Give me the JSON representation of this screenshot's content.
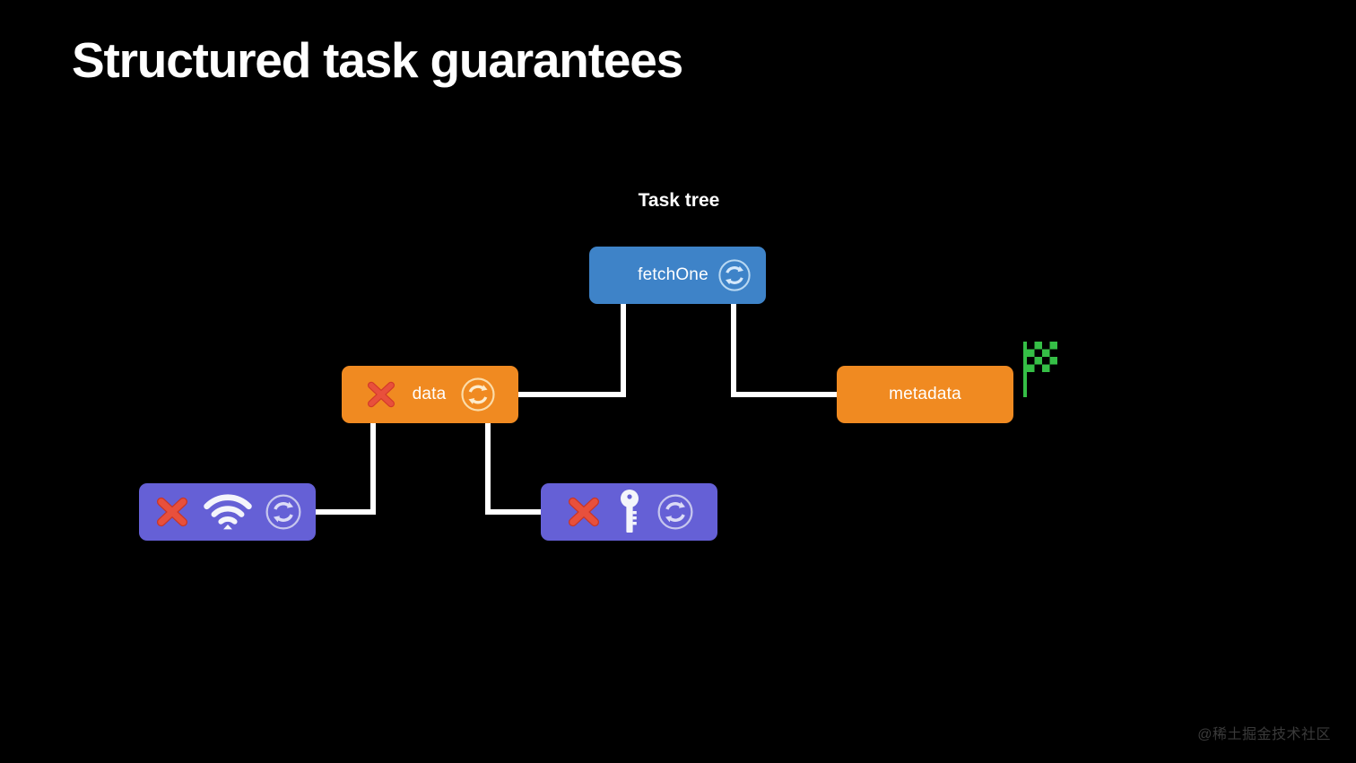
{
  "slide": {
    "title": "Structured task guarantees",
    "background_color": "#000000",
    "watermark": "@稀土掘金技术社区"
  },
  "diagram": {
    "caption": "Task tree",
    "type": "task-tree",
    "colors": {
      "blue": "#3e83c8",
      "orange": "#f08a21",
      "purple": "#6560d6",
      "error_red": "#e03b2c",
      "flag_green": "#35bf46",
      "edge": "#ffffff"
    },
    "nodes": [
      {
        "id": "fetchone",
        "label": "fetchOne",
        "color": "blue",
        "icons": [
          "refresh-icon"
        ],
        "status": "running"
      },
      {
        "id": "data",
        "label": "data",
        "color": "orange",
        "icons": [
          "error-x-icon",
          "refresh-icon"
        ],
        "status": "failed"
      },
      {
        "id": "metadata",
        "label": "metadata",
        "color": "orange",
        "icons": [],
        "status": "finished"
      },
      {
        "id": "wifi-child",
        "label": "",
        "color": "purple",
        "icons": [
          "error-x-icon",
          "wifi-icon",
          "refresh-icon"
        ],
        "status": "failed"
      },
      {
        "id": "key-child",
        "label": "",
        "color": "purple",
        "icons": [
          "error-x-icon",
          "key-icon",
          "refresh-icon"
        ],
        "status": "failed"
      }
    ],
    "edges": [
      {
        "from": "fetchone",
        "to": "data"
      },
      {
        "from": "fetchone",
        "to": "metadata"
      },
      {
        "from": "data",
        "to": "wifi-child"
      },
      {
        "from": "data",
        "to": "key-child"
      }
    ],
    "markers": [
      {
        "id": "finish-flag",
        "name": "checkered-flag-icon",
        "attached_to": "metadata"
      }
    ]
  }
}
